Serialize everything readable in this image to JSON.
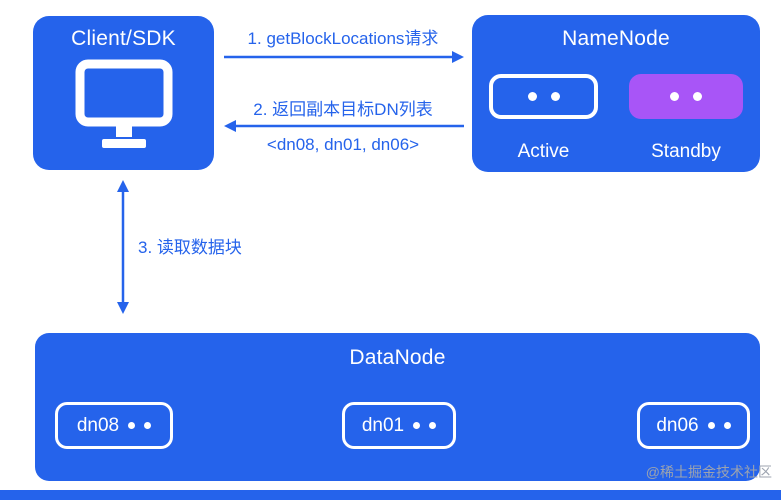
{
  "client": {
    "title": "Client/SDK"
  },
  "namenode": {
    "title": "NameNode",
    "active_label": "Active",
    "standby_label": "Standby"
  },
  "flow": {
    "step1_label": "1. getBlockLocations请求",
    "step2_label": "2. 返回副本目标DN列表",
    "step2_detail": "<dn08, dn01, dn06>",
    "step3_label": "3. 读取数据块"
  },
  "datanode": {
    "title": "DataNode",
    "nodes": [
      {
        "label": "dn08"
      },
      {
        "label": "dn01"
      },
      {
        "label": "dn06"
      }
    ]
  },
  "watermark": "@稀土掘金技术社区",
  "colors": {
    "primary_blue": "#2563EB",
    "standby_purple": "#A855F7"
  }
}
